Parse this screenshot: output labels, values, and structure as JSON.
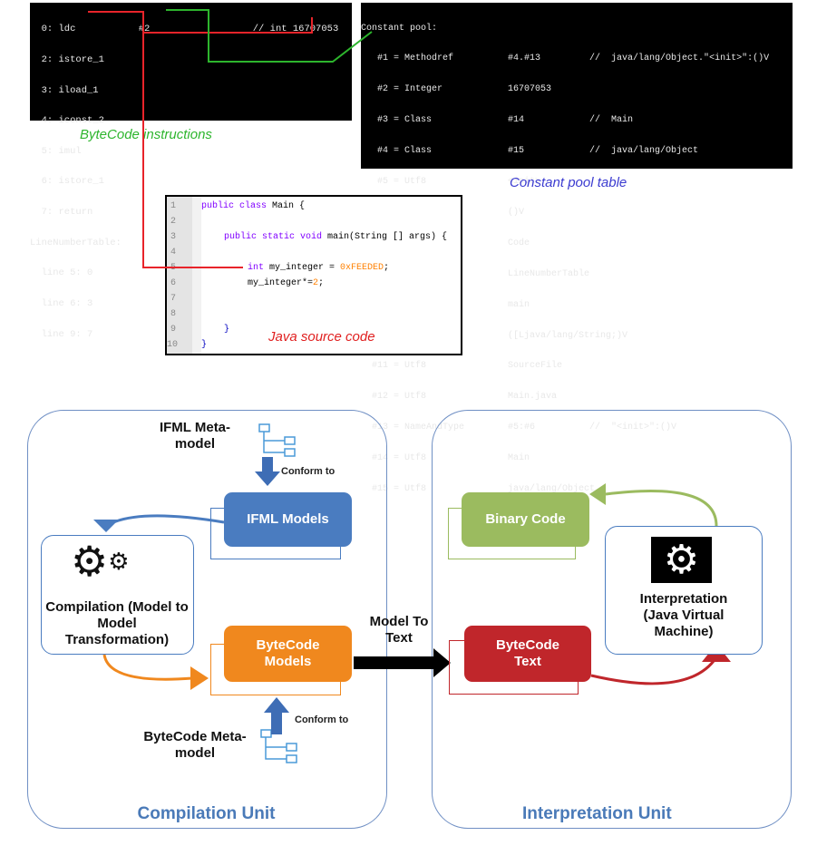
{
  "bytecode": {
    "lines": [
      "  0: ldc           #2                  // int 16707053",
      "  2: istore_1",
      "  3: iload_1",
      "  4: iconst_2",
      "  5: imul",
      "  6: istore_1",
      "  7: return",
      "LineNumberTable:",
      "  line 5: 0",
      "  line 6: 3",
      "  line 9: 7"
    ],
    "caption": "ByteCode instructions"
  },
  "constant_pool": {
    "lines": [
      "Constant pool:",
      "   #1 = Methodref          #4.#13         //  java/lang/Object.\"<init>\":()V",
      "   #2 = Integer            16707053",
      "   #3 = Class              #14            //  Main",
      "   #4 = Class              #15            //  java/lang/Object",
      "   #5 = Utf8               <init>",
      "   #6 = Utf8               ()V",
      "   #7 = Utf8               Code",
      "   #8 = Utf8               LineNumberTable",
      "   #9 = Utf8               main",
      "  #10 = Utf8               ([Ljava/lang/String;)V",
      "  #11 = Utf8               SourceFile",
      "  #12 = Utf8               Main.java",
      "  #13 = NameAndType        #5:#6          //  \"<init>\":()V",
      "  #14 = Utf8               Main",
      "  #15 = Utf8               java/lang/Object"
    ],
    "caption": "Constant pool table"
  },
  "source": {
    "line_numbers": [
      "1",
      "2",
      "3",
      "4",
      "5",
      "6",
      "7",
      "8",
      "9",
      "10"
    ],
    "l1_kw": "public class",
    "l1_rest": " Main {",
    "l3_kw": "public static void",
    "l3_rest": " main(String [] args) {",
    "l5_kw": "int",
    "l5_mid": " my_integer = ",
    "l5_val": "0xFEEDED",
    "l5_end": ";",
    "l6_a": "my_integer*=",
    "l6_val": "2",
    "l6_end": ";",
    "l9": "}",
    "l10": "}",
    "caption": "Java source code"
  },
  "diagram": {
    "compilation_unit": "Compilation Unit",
    "interpretation_unit": "Interpretation Unit",
    "ifml_meta": "IFML Meta-model",
    "conform_to_1": "Conform to",
    "ifml_models": "IFML Models",
    "compilation": "Compilation (Model to Model Transformation)",
    "bytecode_models": "ByteCode Models",
    "conform_to_2": "Conform to",
    "bytecode_meta": "ByteCode Meta-model",
    "model_to_text": "Model To Text",
    "bytecode_text": "ByteCode Text",
    "binary_code": "Binary Code",
    "interpretation": "Interpretation (Java Virtual Machine)"
  },
  "colors": {
    "ifml": "#4a7cc0",
    "bytecode_models": "#f0881e",
    "bytecode_text": "#c0262b",
    "binary": "#9bbb5f",
    "unit_label": "#4a7ab8"
  }
}
